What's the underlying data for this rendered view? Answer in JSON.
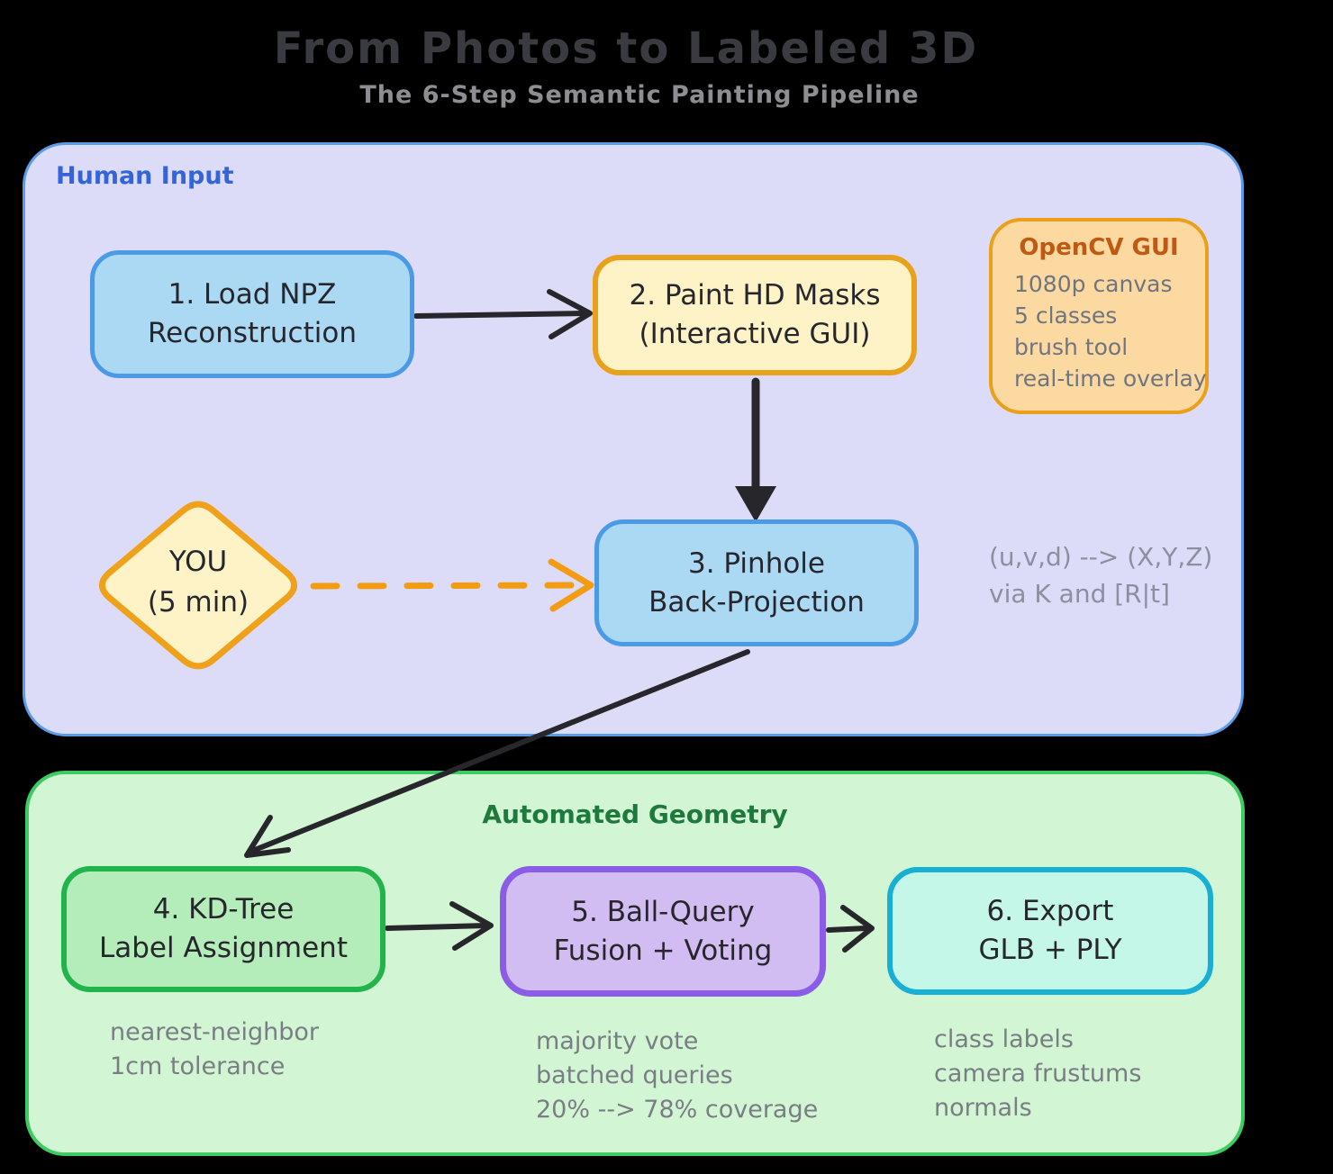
{
  "title": "From Photos to Labeled 3D",
  "subtitle": "The 6-Step Semantic Painting Pipeline",
  "human_section": {
    "label": "Human Input",
    "step1": {
      "line1": "1. Load NPZ",
      "line2": "Reconstruction"
    },
    "step2": {
      "line1": "2. Paint HD Masks",
      "line2": "(Interactive GUI)"
    },
    "step3": {
      "line1": "3. Pinhole",
      "line2": "Back-Projection"
    },
    "you_diamond": {
      "line1": "YOU",
      "line2": "(5 min)"
    },
    "opencv_note": {
      "title": "OpenCV GUI",
      "lines": [
        "1080p canvas",
        "5 classes",
        "brush tool",
        "real-time overlay"
      ]
    },
    "projection_note": {
      "line1": "(u,v,d) --> (X,Y,Z)",
      "line2": "via K and [R|t]"
    }
  },
  "auto_section": {
    "label": "Automated Geometry",
    "step4": {
      "line1": "4. KD-Tree",
      "line2": "Label Assignment",
      "note_lines": [
        "nearest-neighbor",
        "1cm tolerance"
      ]
    },
    "step5": {
      "line1": "5. Ball-Query",
      "line2": "Fusion + Voting",
      "note_lines": [
        "majority vote",
        "batched queries",
        "20% --> 78% coverage"
      ]
    },
    "step6": {
      "line1": "6. Export",
      "line2": "GLB + PLY",
      "note_lines": [
        "class labels",
        "camera frustums",
        "normals"
      ]
    }
  },
  "connections": [
    {
      "from": "step1",
      "to": "step2",
      "style": "solid-black"
    },
    {
      "from": "step2",
      "to": "step3",
      "style": "solid-black"
    },
    {
      "from": "you_diamond",
      "to": "step3",
      "style": "dashed-orange"
    },
    {
      "from": "step3",
      "to": "step4",
      "style": "solid-black"
    },
    {
      "from": "step4",
      "to": "step5",
      "style": "solid-black"
    },
    {
      "from": "step5",
      "to": "step6",
      "style": "solid-black"
    }
  ],
  "colors": {
    "background": "#000000",
    "human_container_fill": "#dcdcf8",
    "human_container_border": "#5b9be8",
    "human_label": "#3465d8",
    "auto_container_fill": "#d2f5d3",
    "auto_container_border": "#3ecb63",
    "auto_label": "#1e7a3c",
    "blue_node_fill": "#abd9f4",
    "blue_node_border": "#4a9ae6",
    "yellow_node_fill": "#fdf3c6",
    "orange_border": "#e9a11b",
    "peach_note_fill": "#fcd9a1",
    "peach_note_title": "#bf5a14",
    "green_node_fill": "#b4edba",
    "green_node_border": "#21b44d",
    "purple_node_fill": "#d2bdf2",
    "purple_node_border": "#8a5ce8",
    "cyan_node_fill": "#c5f7e8",
    "cyan_node_border": "#17b0d4",
    "arrow_black": "#26262b",
    "arrow_orange": "#f39c12",
    "gray_text": "#797e84"
  }
}
